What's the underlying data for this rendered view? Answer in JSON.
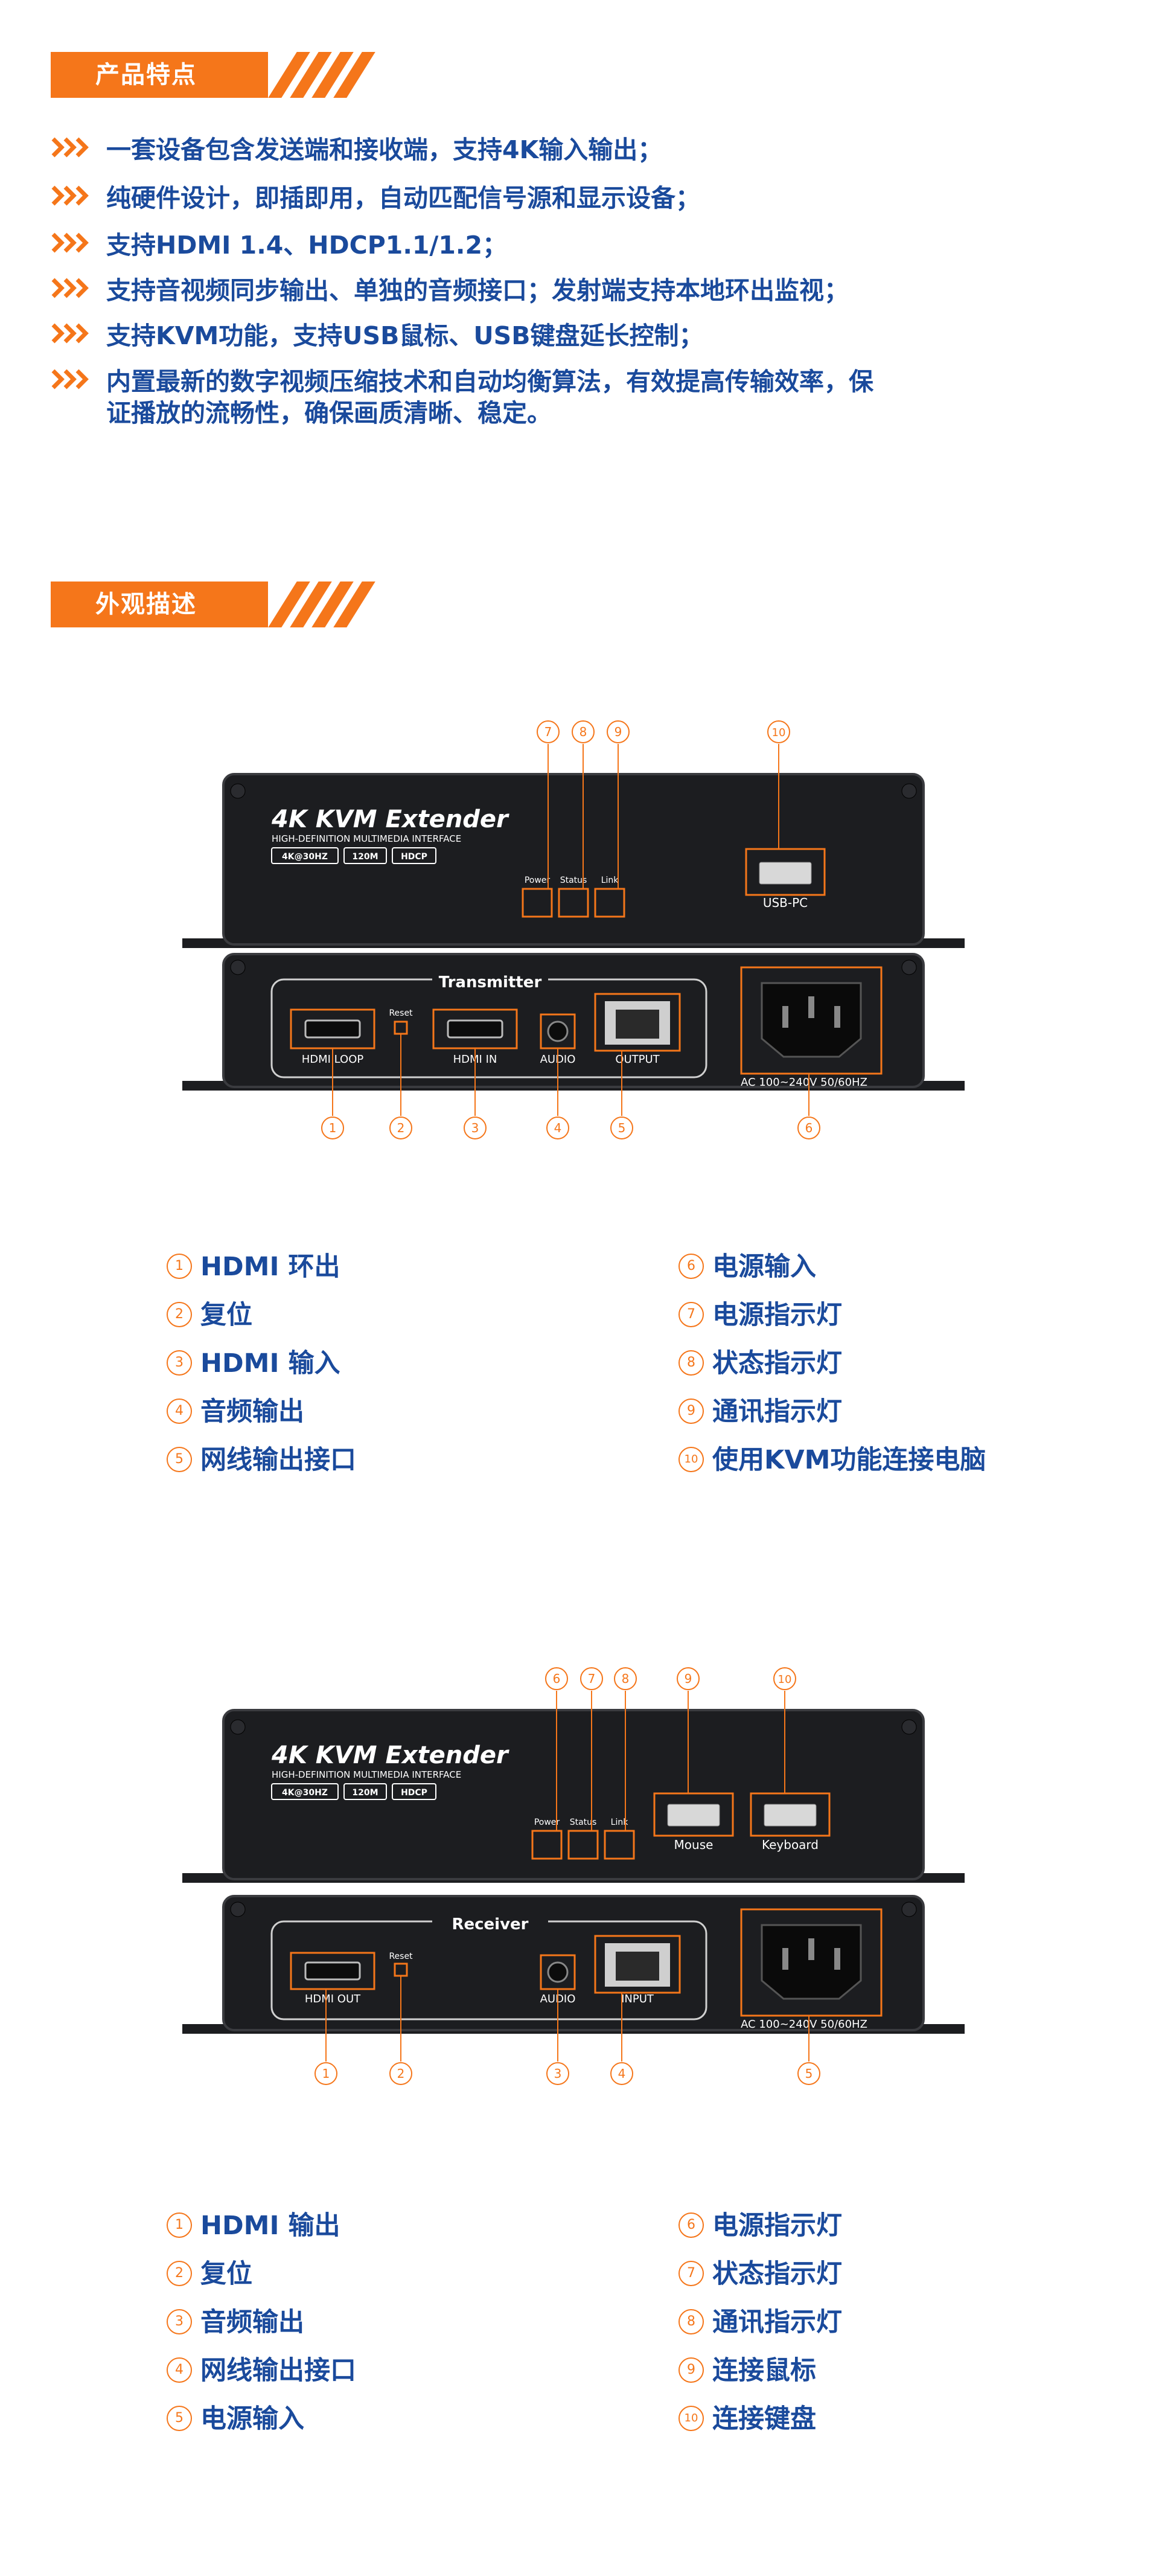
{
  "section1": {
    "title": "产品特点"
  },
  "features": [
    "一套设备包含发送端和接收端，支持4K输入输出；",
    "纯硬件设计，即插即用，自动匹配信号源和显示设备；",
    "支持HDMI 1.4、HDCP1.1/1.2；",
    "支持音视频同步输出、单独的音频接口；发射端支持本地环出监视；",
    "支持KVM功能，支持USB鼠标、USB键盘延长控制；",
    "内置最新的数字视频压缩技术和自动均衡算法，有效提高传输效率，保",
    "证播放的流畅性，确保画质清晰、稳定。"
  ],
  "section2": {
    "title": "外观描述"
  },
  "device": {
    "brand": "4K KVM Extender",
    "tagline": "HIGH-DEFINITION MULTIMEDIA INTERFACE",
    "badges": [
      "4K@30HZ",
      "120M",
      "HDCP"
    ],
    "led_labels": [
      "Power",
      "Status",
      "Link"
    ],
    "power_label": "AC 100~240V 50/60HZ"
  },
  "transmitter": {
    "panel_title": "Transmitter",
    "usb_label": "USB-PC",
    "ports": [
      "HDMI LOOP",
      "Reset",
      "HDMI IN",
      "AUDIO",
      "OUTPUT"
    ],
    "callouts_top": [
      "7",
      "8",
      "9",
      "10"
    ],
    "callouts_bottom": [
      "1",
      "2",
      "3",
      "4",
      "5",
      "6"
    ],
    "legend": [
      {
        "num": "1",
        "label": "HDMI 环出"
      },
      {
        "num": "2",
        "label": "复位"
      },
      {
        "num": "3",
        "label": "HDMI 输入"
      },
      {
        "num": "4",
        "label": "音频输出"
      },
      {
        "num": "5",
        "label": "网线输出接口"
      },
      {
        "num": "6",
        "label": "电源输入"
      },
      {
        "num": "7",
        "label": "电源指示灯"
      },
      {
        "num": "8",
        "label": "状态指示灯"
      },
      {
        "num": "9",
        "label": "通讯指示灯"
      },
      {
        "num": "10",
        "label": "使用KVM功能连接电脑"
      }
    ]
  },
  "receiver": {
    "panel_title": "Receiver",
    "usb_labels": [
      "Mouse",
      "Keyboard"
    ],
    "ports": [
      "HDMI OUT",
      "Reset",
      "AUDIO",
      "INPUT"
    ],
    "callouts_top": [
      "6",
      "7",
      "8",
      "9",
      "10"
    ],
    "callouts_bottom": [
      "1",
      "2",
      "3",
      "4",
      "5"
    ],
    "legend": [
      {
        "num": "1",
        "label": "HDMI 输出"
      },
      {
        "num": "2",
        "label": "复位"
      },
      {
        "num": "3",
        "label": "音频输出"
      },
      {
        "num": "4",
        "label": "网线输出接口"
      },
      {
        "num": "5",
        "label": "电源输入"
      },
      {
        "num": "6",
        "label": "电源指示灯"
      },
      {
        "num": "7",
        "label": "状态指示灯"
      },
      {
        "num": "8",
        "label": "通讯指示灯"
      },
      {
        "num": "9",
        "label": "连接鼠标"
      },
      {
        "num": "10",
        "label": "连接键盘"
      }
    ]
  },
  "colors": {
    "accent": "#f5761a",
    "text_blue": "#1a4a9c",
    "device_body": "#1c1d20",
    "device_edge": "#3a3b3f"
  }
}
